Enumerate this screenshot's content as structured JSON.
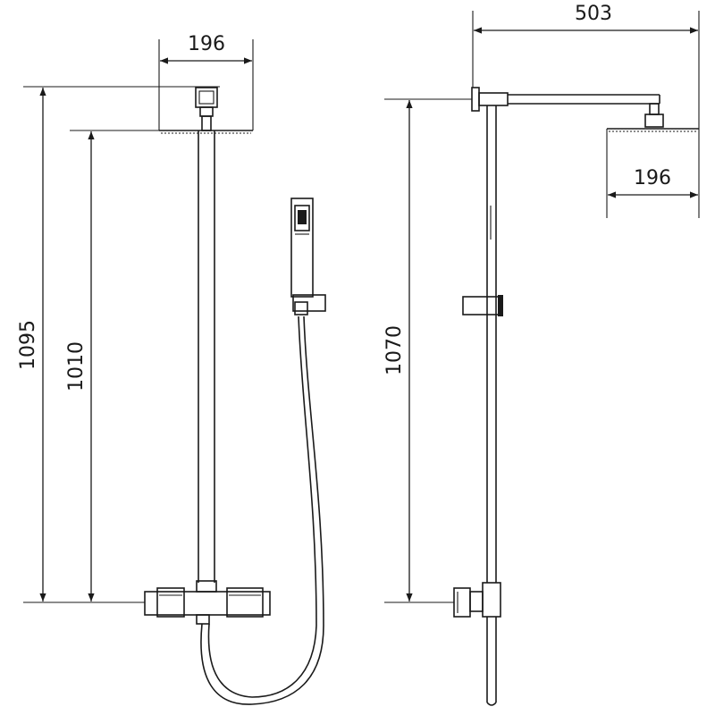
{
  "front_view": {
    "head_width": "196",
    "total_height": "1095",
    "column_height": "1010"
  },
  "side_view": {
    "arm_length": "503",
    "head_width": "196",
    "column_height": "1070"
  },
  "colors": {
    "line": "#1a1a1a",
    "background": "#ffffff"
  }
}
